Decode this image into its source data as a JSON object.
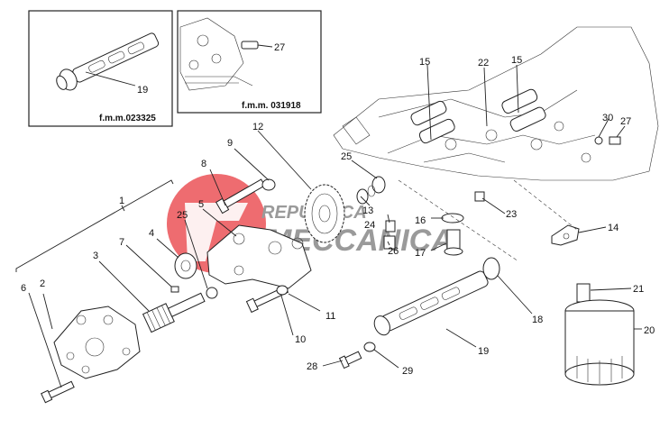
{
  "insets": [
    {
      "ref": "f.m.m.023325",
      "labels": [
        "19"
      ]
    },
    {
      "ref": "f.m.m. 031918",
      "labels": [
        "27"
      ]
    }
  ],
  "callouts": [
    "1",
    "2",
    "3",
    "4",
    "5",
    "6",
    "7",
    "8",
    "9",
    "10",
    "11",
    "12",
    "13",
    "14",
    "15",
    "15",
    "16",
    "17",
    "18",
    "19",
    "20",
    "21",
    "22",
    "23",
    "24",
    "25",
    "25",
    "26",
    "27",
    "28",
    "29",
    "30"
  ],
  "watermark": {
    "line1": "REPUBLICA",
    "line2": "MECCANICA",
    "color": "#e8343a",
    "gray": "#9a9a9a"
  }
}
